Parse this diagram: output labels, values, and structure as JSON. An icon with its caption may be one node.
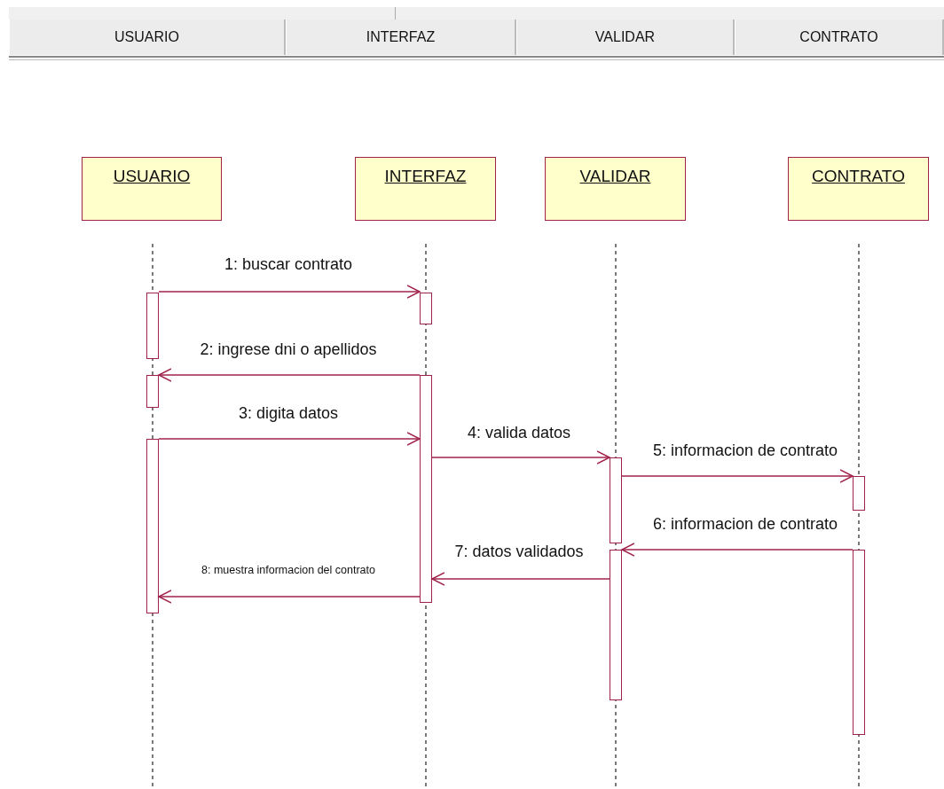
{
  "diagram": {
    "nodes": [
      {
        "text": [
          "USUARIO"
        ]
      },
      {
        "text": [
          "INTERFAZ"
        ]
      },
      {
        "text": [
          "VALIDAR"
        ]
      },
      {
        "text": [
          "CONTRATO"
        ]
      },
      {
        "text": [],
        "shape": "bar"
      },
      {
        "text": [],
        "shape": "bar"
      },
      {
        "text": [],
        "shape": "bar"
      },
      {
        "text": [],
        "shape": "bar"
      },
      {
        "text": [],
        "shape": "bar"
      },
      {
        "text": [],
        "shape": "bar"
      },
      {
        "text": [],
        "shape": "bar"
      },
      {
        "text": [],
        "shape": "bar"
      },
      {
        "text": [],
        "shape": "bar"
      }
    ],
    "edges": [
      {
        "from": 4,
        "to": 7,
        "arrow": "to",
        "label": "1: buscar contrato"
      },
      {
        "from": 8,
        "to": 5,
        "arrow": "to",
        "label": "2: ingrese dni o apellidos"
      },
      {
        "from": 6,
        "to": 8,
        "arrow": "to",
        "label": "3: digita datos"
      },
      {
        "from": 8,
        "to": 9,
        "arrow": "to",
        "label": "4: valida datos"
      },
      {
        "from": 9,
        "to": 11,
        "arrow": "to",
        "label": "5: informacion de contrato"
      },
      {
        "from": 12,
        "to": 10,
        "arrow": "to",
        "label": "6: informacion de contrato"
      },
      {
        "from": 10,
        "to": 8,
        "arrow": "to",
        "label": "7: datos validados"
      },
      {
        "from": 8,
        "to": 6,
        "arrow": "to",
        "label": "8: muestra informacion del contrato"
      }
    ],
    "labels": [
      "USUARIO",
      "INTERFAZ",
      "VALIDAR",
      "CONTRATO"
    ]
  }
}
